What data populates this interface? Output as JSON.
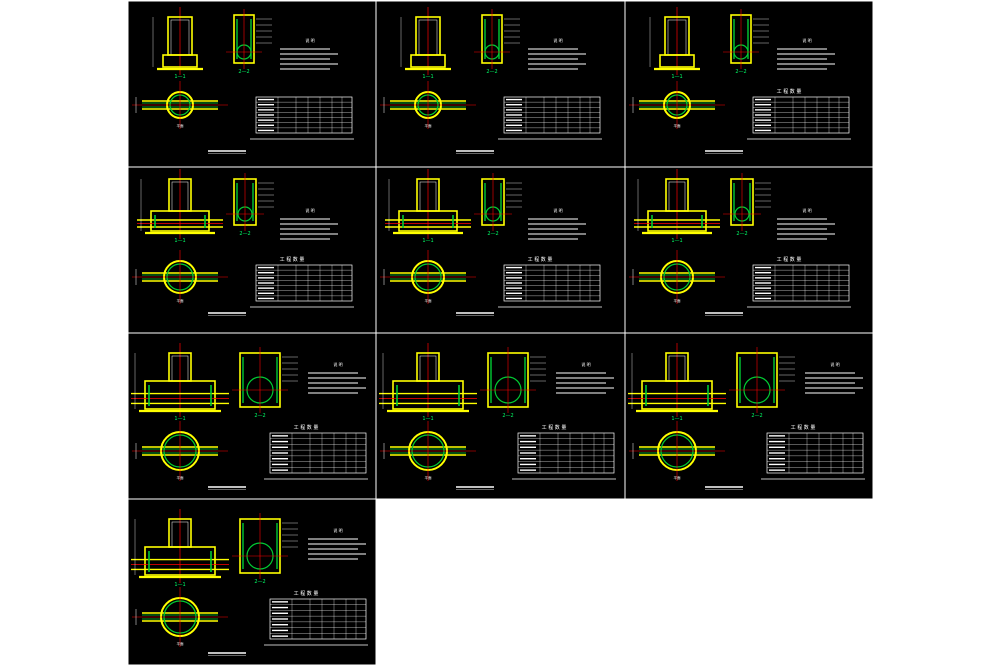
{
  "colors": {
    "background": "#ffffff",
    "sheet": "#000000",
    "border": "#ffffff",
    "structure": "#ffff00",
    "pipe_lining": "#00cc33",
    "center_line": "#ff0000",
    "annotation": "#ffffff",
    "label": "#00ff66"
  },
  "sheets": [
    {
      "id": 1,
      "variant": "narrow",
      "has_qty_title": false
    },
    {
      "id": 2,
      "variant": "narrow",
      "has_qty_title": false
    },
    {
      "id": 3,
      "variant": "narrow",
      "has_qty_title": true
    },
    {
      "id": 4,
      "variant": "medium",
      "has_qty_title": true
    },
    {
      "id": 5,
      "variant": "medium",
      "has_qty_title": true
    },
    {
      "id": 6,
      "variant": "medium",
      "has_qty_title": true
    },
    {
      "id": 7,
      "variant": "wide",
      "has_qty_title": true
    },
    {
      "id": 8,
      "variant": "wide",
      "has_qty_title": true
    },
    {
      "id": 9,
      "variant": "wide",
      "has_qty_title": true
    },
    {
      "id": 10,
      "variant": "wide",
      "has_qty_title": true
    }
  ],
  "labels": {
    "section_1_1": "1—1",
    "section_2_2": "2—2",
    "notes_heading": "说  明",
    "quantity_table_title": "工 程 数 量",
    "plan_label": "平面"
  }
}
